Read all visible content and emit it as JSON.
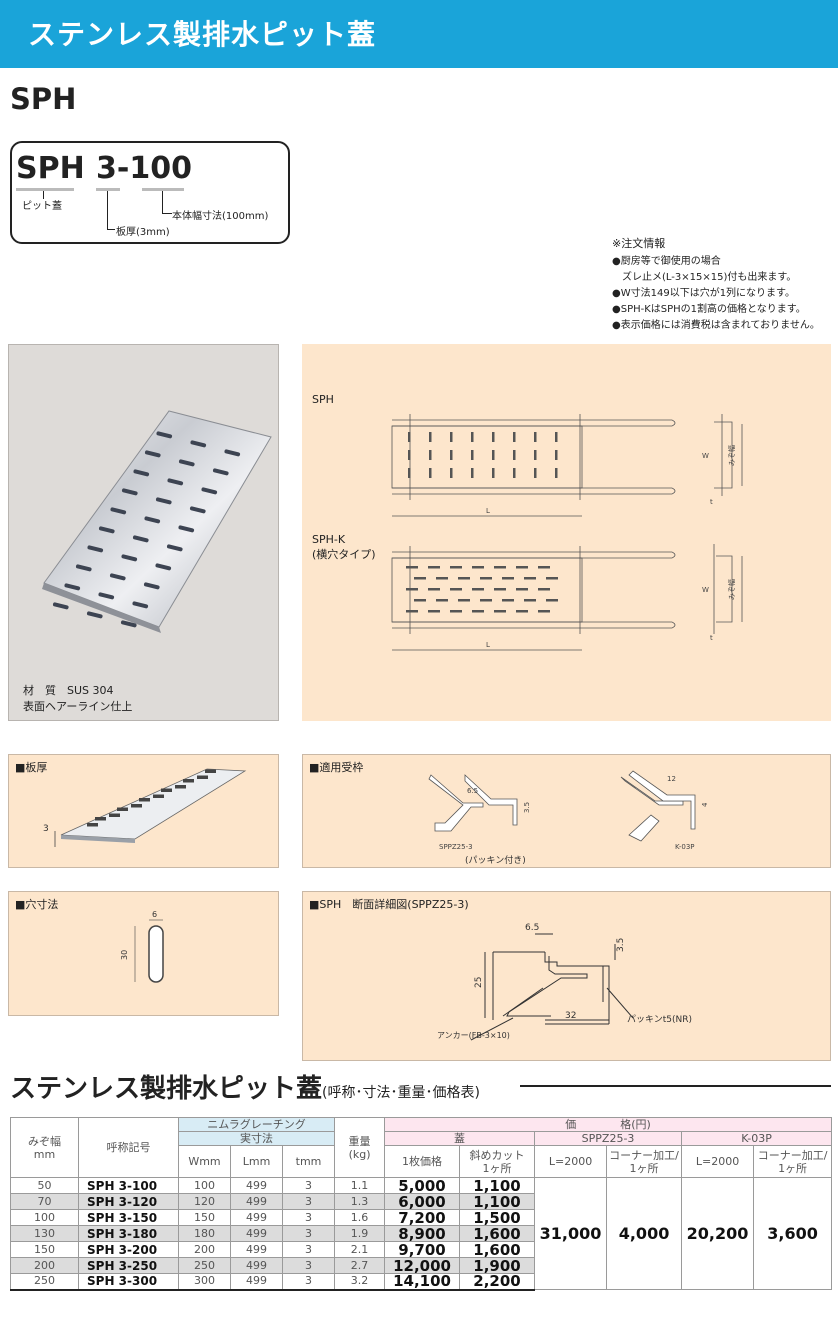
{
  "banner": {
    "title": "ステンレス製排水ピット蓋"
  },
  "section": {
    "title": "SPH"
  },
  "code_box": {
    "prefix": "SPH",
    "number": "3-100",
    "prefix_label": "ピット蓋",
    "width_label": "本体幅寸法(100mm)",
    "thickness_label": "板厚(3mm)"
  },
  "notes": {
    "title": "※注文情報",
    "items": [
      "●厨房等で御使用の場合",
      "　ズレ止メ(L-3×15×15)付も出来ます。",
      "●W寸法149以下は穴が1列になります。",
      "●SPH-KはSPHの1割高の価格となります。",
      "●表示価格には消費税は含まれておりません。"
    ]
  },
  "photo": {
    "material_line": "材　質　SUS 304",
    "finish_line": "表面ヘアーライン仕上"
  },
  "drawing": {
    "sph_label": "SPH",
    "sphk_label_1": "SPH-K",
    "sphk_label_2": "(横穴タイプ)",
    "dim_l": "L",
    "dim_w": "W",
    "dim_t": "t",
    "dim_mizohaba": "みぞ幅"
  },
  "panels": {
    "thickness": {
      "label": "■板厚",
      "dim": "3"
    },
    "frame": {
      "label": "■適用受枠",
      "sppz": "SPPZ25-3",
      "packing": "(パッキン付き)",
      "k03p": "K-03P",
      "d65": "6.5",
      "d35": "3.5",
      "d12": "12",
      "d4": "4"
    },
    "hole": {
      "label": "■穴寸法",
      "d6": "6",
      "d30": "30"
    },
    "section": {
      "label": "■SPH　断面詳細図(SPPZ25-3)",
      "d65": "6.5",
      "d35": "3.5",
      "d25": "25",
      "d32": "32",
      "packing": "パッキンt5(NR)",
      "anchor": "アンカー(FB-3×10)"
    }
  },
  "table": {
    "title": "ステンレス製排水ピット蓋",
    "title_suffix": "(呼称･寸法･重量･価格表)",
    "h_mizo": "みぞ幅",
    "h_mizo_unit": "mm",
    "h_code": "呼称記号",
    "h_grating": "ニムラグレーチング",
    "h_actual": "実寸法",
    "h_w": "Wmm",
    "h_l": "Lmm",
    "h_t": "tmm",
    "h_weight": "重量",
    "h_weight_unit": "(kg)",
    "h_price": "価　　　　格(円)",
    "h_lid": "蓋",
    "h_sppz": "SPPZ25-3",
    "h_k03p": "K-03P",
    "h_one": "1枚価格",
    "h_cut_1": "斜めカット",
    "h_cut_2": "1ヶ所",
    "h_l2000": "L=2000",
    "h_corner_1": "コーナー加工/",
    "h_corner_2": "1ヶ所",
    "rows": [
      {
        "mizo": "50",
        "code": "SPH  3-100",
        "w": "100",
        "l": "499",
        "t": "3",
        "kg": "1.1",
        "price": "5,000",
        "cut": "1,100"
      },
      {
        "mizo": "70",
        "code": "SPH  3-120",
        "w": "120",
        "l": "499",
        "t": "3",
        "kg": "1.3",
        "price": "6,000",
        "cut": "1,100"
      },
      {
        "mizo": "100",
        "code": "SPH  3-150",
        "w": "150",
        "l": "499",
        "t": "3",
        "kg": "1.6",
        "price": "7,200",
        "cut": "1,500"
      },
      {
        "mizo": "130",
        "code": "SPH  3-180",
        "w": "180",
        "l": "499",
        "t": "3",
        "kg": "1.9",
        "price": "8,900",
        "cut": "1,600"
      },
      {
        "mizo": "150",
        "code": "SPH  3-200",
        "w": "200",
        "l": "499",
        "t": "3",
        "kg": "2.1",
        "price": "9,700",
        "cut": "1,600"
      },
      {
        "mizo": "200",
        "code": "SPH  3-250",
        "w": "250",
        "l": "499",
        "t": "3",
        "kg": "2.7",
        "price": "12,000",
        "cut": "1,900"
      },
      {
        "mizo": "250",
        "code": "SPH  3-300",
        "w": "300",
        "l": "499",
        "t": "3",
        "kg": "3.2",
        "price": "14,100",
        "cut": "2,200"
      }
    ],
    "sppz_l2000": "31,000",
    "sppz_corner": "4,000",
    "k03p_l2000": "20,200",
    "k03p_corner": "3,600"
  }
}
